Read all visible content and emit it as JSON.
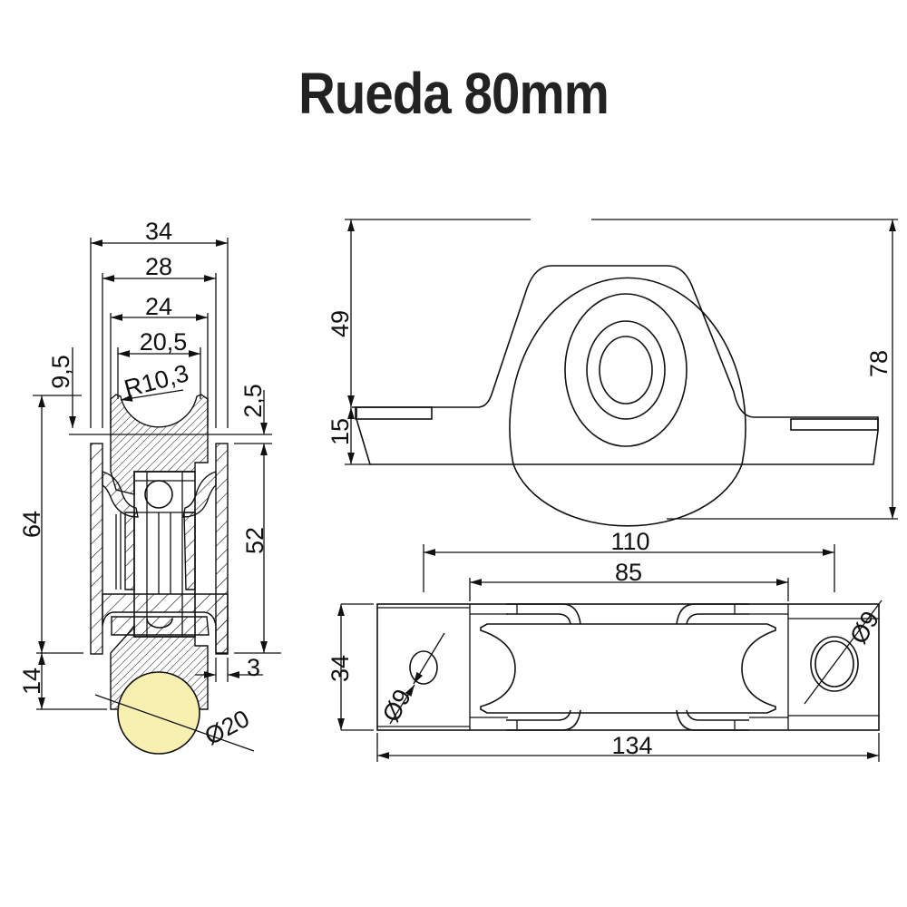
{
  "title": "Rueda 80mm",
  "section_view": {
    "dimensions": {
      "overall_width": "34",
      "bracket_inner_width": "28",
      "wheel_width": "24",
      "groove_width": "20,5",
      "groove_radius": "R10,3",
      "groove_depth": "9,5",
      "top_offset": "2,5",
      "overall_height": "64",
      "bracket_height": "52",
      "wheel_protrusion": "14",
      "side_gap": "3",
      "rail_diameter": "Ø20"
    },
    "colors": {
      "rail_fill": "#f7f0b0",
      "line": "#111111"
    }
  },
  "side_view": {
    "dimensions": {
      "upper_height": "49",
      "base_height": "15",
      "total_height": "78"
    }
  },
  "top_view": {
    "dimensions": {
      "hole_spacing": "110",
      "bracket_length": "85",
      "width": "34",
      "total_length": "134",
      "hole_left": "Ø9",
      "hole_right": "Ø9"
    }
  }
}
